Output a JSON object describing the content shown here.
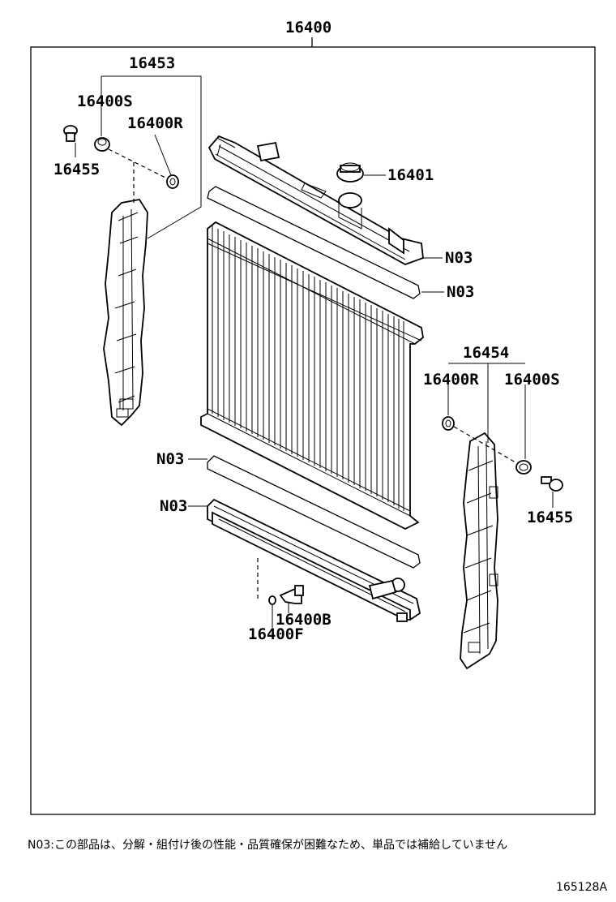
{
  "labels": {
    "assembly": "16400",
    "support_left": "16453",
    "cushion_s_left": "16400S",
    "cushion_r_left": "16400R",
    "bolt_left": "16455",
    "cap": "16401",
    "n03_a": "N03",
    "n03_b": "N03",
    "support_right": "16454",
    "cushion_r_right": "16400R",
    "cushion_s_right": "16400S",
    "bolt_right": "16455",
    "n03_c": "N03",
    "n03_d": "N03",
    "drain_cock": "16400B",
    "drain_gasket": "16400F"
  },
  "footnote": "N03:この部品は、分解・組付け後の性能・品質確保が困難なため、単品では補給していません",
  "drawing_code": "165128A"
}
